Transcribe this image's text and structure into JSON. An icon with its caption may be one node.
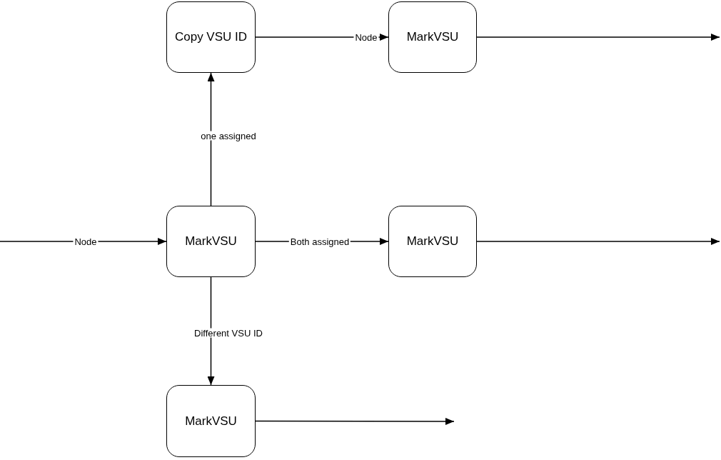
{
  "diagram": {
    "nodes": [
      {
        "text": [
          "Copy VSU ID"
        ]
      },
      {
        "text": [
          "MarkVSU"
        ]
      },
      {
        "text": [
          "MarkVSU"
        ]
      },
      {
        "text": [
          "MarkVSU"
        ]
      },
      {
        "text": [
          "MarkVSU"
        ]
      }
    ],
    "edges": [
      {
        "from": 0,
        "to": 1,
        "arrow": "to",
        "label": "Node"
      },
      {
        "from": 1,
        "to": null,
        "arrow": "to"
      },
      {
        "from": 2,
        "to": 0,
        "arrow": "to",
        "label": "one assigned"
      },
      {
        "from": null,
        "to": 2,
        "arrow": "to",
        "label": "Node"
      },
      {
        "from": 2,
        "to": 3,
        "arrow": "to",
        "label": "Both assigned"
      },
      {
        "from": 3,
        "to": null,
        "arrow": "to"
      },
      {
        "from": 2,
        "to": 4,
        "arrow": "to",
        "label": "Different VSU ID"
      },
      {
        "from": 4,
        "to": null,
        "arrow": "to"
      }
    ]
  }
}
